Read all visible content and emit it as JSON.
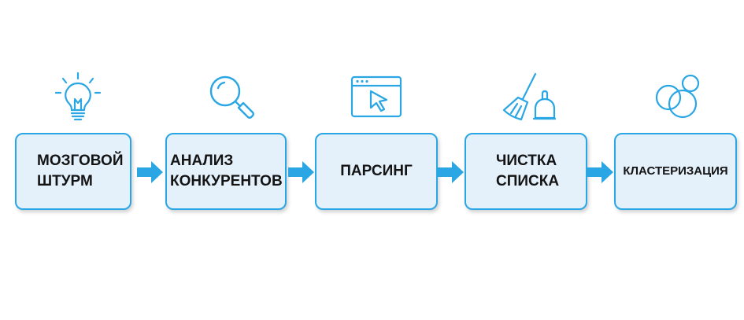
{
  "steps": [
    {
      "label": "МОЗГОВОЙ\nШТУРМ",
      "icon": "lightbulb-icon"
    },
    {
      "label": "АНАЛИЗ\nКОНКУРЕНТОВ",
      "icon": "magnifier-icon"
    },
    {
      "label": "ПАРСИНГ",
      "icon": "browser-cursor-icon"
    },
    {
      "label": "ЧИСТКА\nСПИСКА",
      "icon": "broom-dustpan-icon"
    },
    {
      "label": "КЛАСТЕРИЗАЦИЯ",
      "icon": "bubbles-icon"
    }
  ],
  "colors": {
    "accent": "#2aa6e4",
    "box_fill": "#e4f1fb",
    "text": "#141414"
  }
}
